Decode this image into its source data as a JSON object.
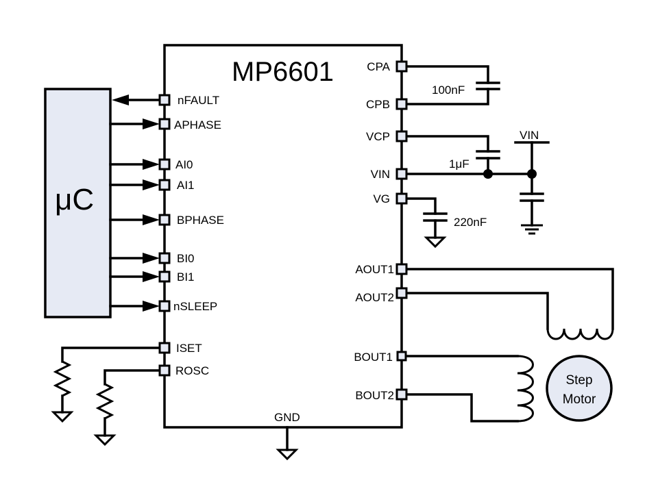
{
  "chip": {
    "name": "MP6601",
    "ground_label": "GND",
    "left_pins": [
      "nFAULT",
      "APHASE",
      "AI0",
      "AI1",
      "BPHASE",
      "BI0",
      "BI1",
      "nSLEEP",
      "ISET",
      "ROSC"
    ],
    "right_pins": [
      "CPA",
      "CPB",
      "VCP",
      "VIN",
      "VG",
      "AOUT1",
      "AOUT2",
      "BOUT1",
      "BOUT2"
    ]
  },
  "controller": {
    "label": "μC"
  },
  "components": {
    "cap_cpa_cpb": "100nF",
    "cap_vcp_vin": "1μF",
    "cap_vg": "220nF",
    "supply_label": "VIN"
  },
  "motor": {
    "line1": "Step",
    "line2": "Motor"
  },
  "colors": {
    "fill": "#e6eaf4",
    "stroke": "#000000"
  }
}
